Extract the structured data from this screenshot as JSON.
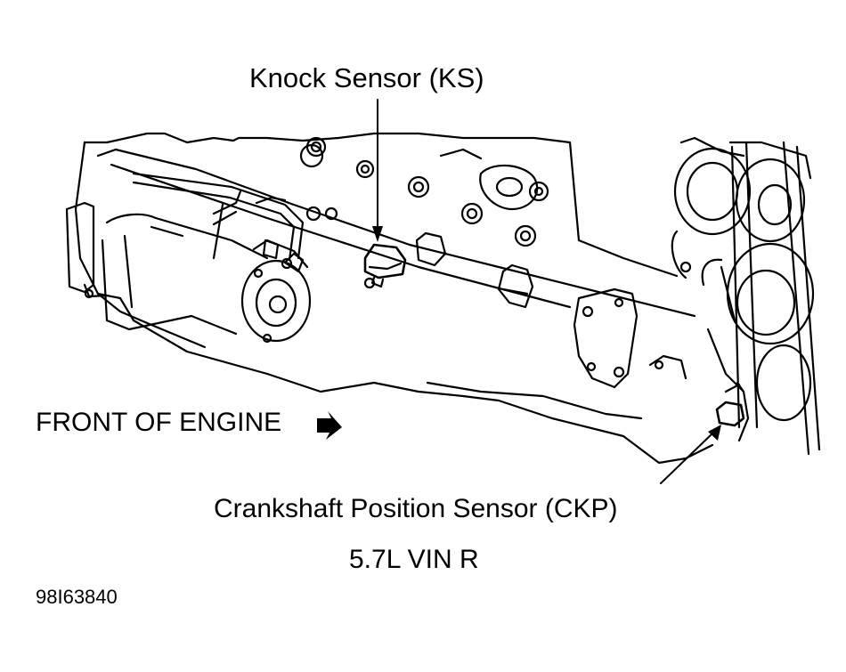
{
  "labels": {
    "knock_sensor": "Knock Sensor (KS)",
    "front_of_engine": "FRONT OF ENGINE",
    "crankshaft_sensor": "Crankshaft Position Sensor (CKP)",
    "engine_code": "5.7L VIN R",
    "figure_id": "98I63840"
  },
  "icons": {
    "front_direction": "arrow-right-icon"
  }
}
